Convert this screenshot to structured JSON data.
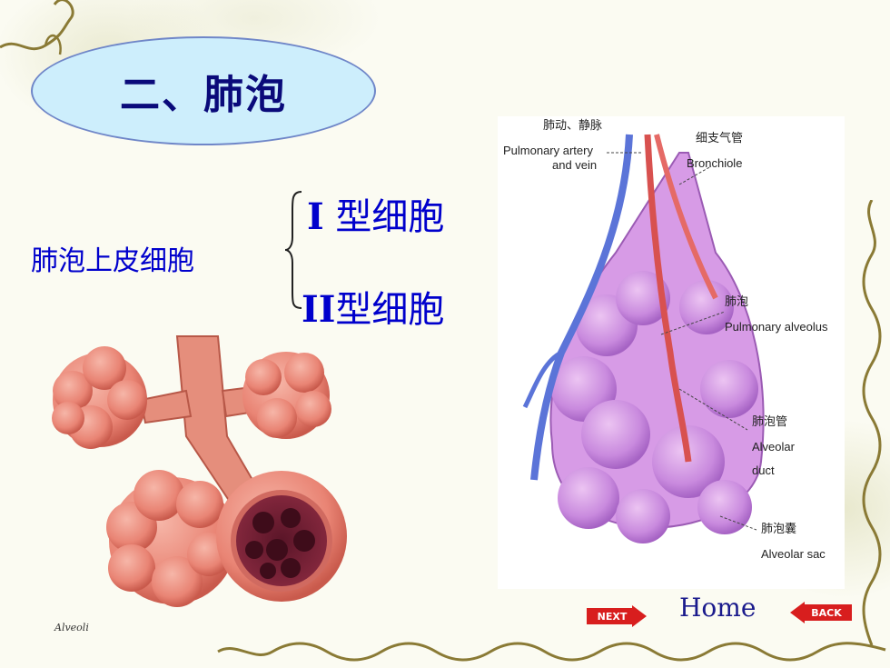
{
  "slide": {
    "title": "二、肺泡",
    "cell_label": "肺泡上皮细胞",
    "type1": {
      "numeral": "I",
      "label": " 型细胞"
    },
    "type2": {
      "numeral": "II",
      "label": "型细胞"
    }
  },
  "left_illustration": {
    "caption": "Alveoli"
  },
  "right_illustration": {
    "labels": {
      "artery_cn": "肺动、静脉",
      "artery_en_1": "Pulmonary artery",
      "artery_en_2": "and vein",
      "bronchiole_cn": "细支气管",
      "bronchiole_en": "Bronchiole",
      "alveolus_cn": "肺泡",
      "alveolus_en": "Pulmonary alveolus",
      "duct_cn": "肺泡管",
      "duct_en_1": "Alveolar",
      "duct_en_2": "duct",
      "sac_cn": "肺泡囊",
      "sac_en": "Alveolar sac"
    }
  },
  "nav": {
    "next": "NEXT",
    "home": "Home",
    "back": "BACK"
  },
  "colors": {
    "title_fill": "#cdeefc",
    "title_text": "#0a0a7a",
    "body_text": "#0000cc",
    "nav_red": "#d81e1e",
    "home_text": "#1a1a8c"
  }
}
